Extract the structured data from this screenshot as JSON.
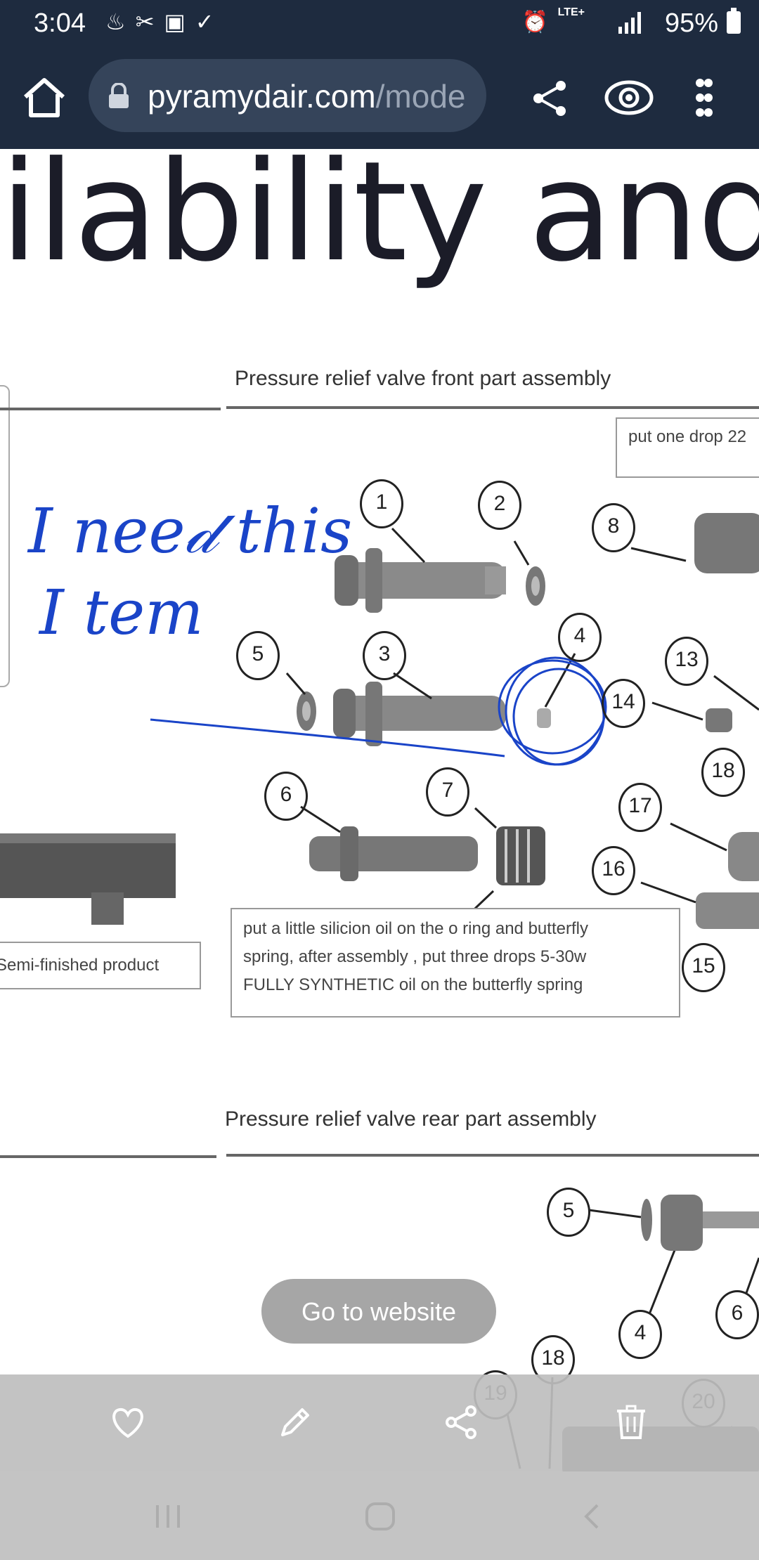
{
  "status_bar": {
    "time": "3:04",
    "network": "LTE+",
    "battery": "95%",
    "left_icons": [
      "notification-icon",
      "missed-call-icon",
      "gallery-icon",
      "check-icon"
    ],
    "right_icons": [
      "alarm-icon",
      "signal-icon",
      "battery-icon"
    ]
  },
  "browser": {
    "url_host": "pyramydair.com",
    "url_path": "/mode",
    "icons": [
      "home-icon",
      "lock-icon",
      "share-icon",
      "eye-icon",
      "menu-icon"
    ]
  },
  "page": {
    "heading_fragment": "ilability and",
    "front_section_title": "Pressure relief valve front part assembly",
    "rear_section_title": "Pressure relief valve rear part assembly",
    "note_top": "put one drop 22",
    "note_oil": [
      "put a little silicion oil on the o ring and butterfly",
      "spring,  after assembly , put three drops 5-30w",
      "FULLY SYNTHETIC oil on the butterfly spring"
    ],
    "semi_finished_label": "Semi-finished product",
    "front_callouts": [
      "1",
      "2",
      "8",
      "5",
      "3",
      "4",
      "13",
      "14",
      "18",
      "6",
      "7",
      "17",
      "16",
      "15"
    ],
    "rear_callouts": [
      "5",
      "4",
      "6",
      "18",
      "19",
      "20"
    ]
  },
  "annotation": {
    "line1": "I nee𝒹 this",
    "line2": "I tem",
    "color": "#1a44c8"
  },
  "actions": {
    "go_to_website": "Go to website"
  },
  "toolbar": {
    "icons": [
      "heart-icon",
      "pencil-icon",
      "share-icon",
      "trash-icon"
    ]
  },
  "navigation": {
    "icons": [
      "recents-icon",
      "home-icon",
      "back-icon"
    ]
  },
  "colors": {
    "top_bar": "#1e2b3f",
    "url_pill": "#35445a",
    "ink": "#1a44c8",
    "button": "#a6a6a6"
  }
}
